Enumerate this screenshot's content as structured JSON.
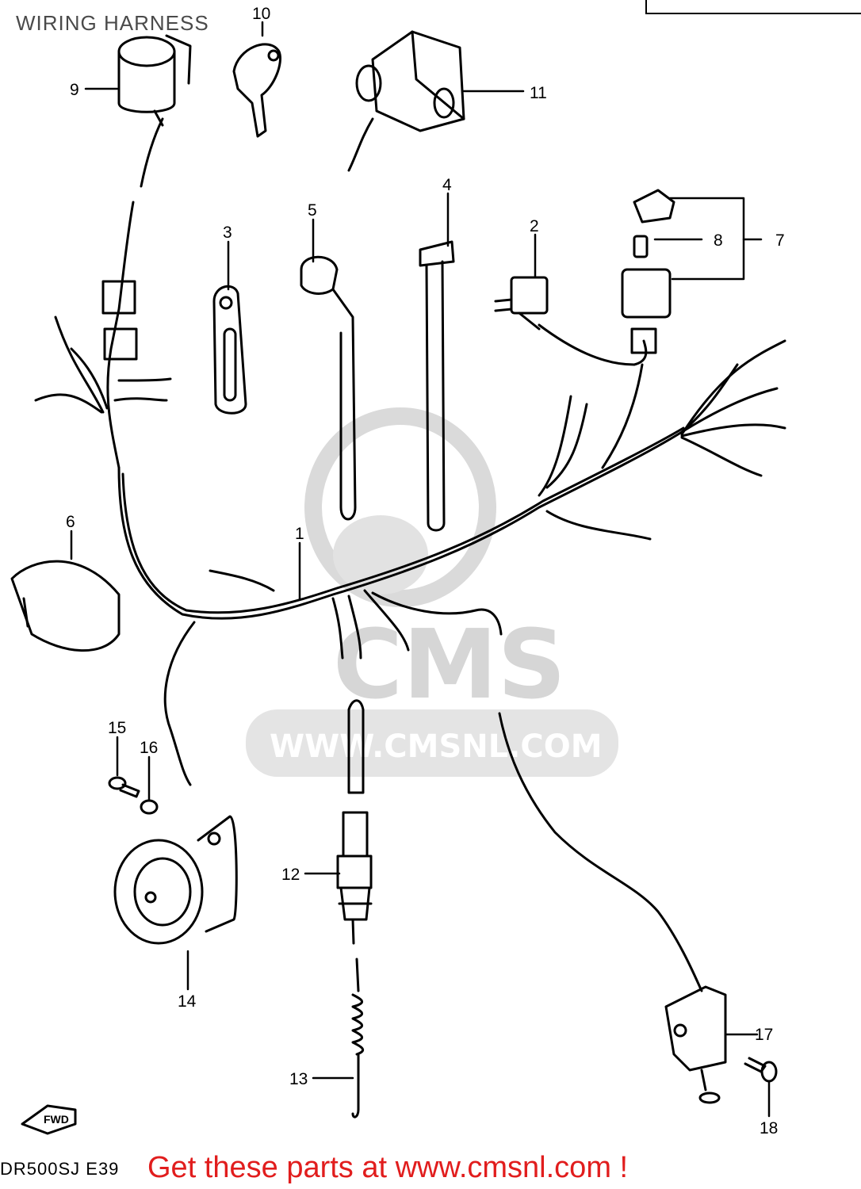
{
  "header": {
    "title": "WIRING HARNESS"
  },
  "watermark": {
    "brand": "CMS",
    "url": "WWW.CMSNL.COM"
  },
  "callouts": [
    {
      "id": "c1",
      "label": "1"
    },
    {
      "id": "c2",
      "label": "2"
    },
    {
      "id": "c3",
      "label": "3"
    },
    {
      "id": "c4",
      "label": "4"
    },
    {
      "id": "c5",
      "label": "5"
    },
    {
      "id": "c6",
      "label": "6"
    },
    {
      "id": "c7",
      "label": "7"
    },
    {
      "id": "c8",
      "label": "8"
    },
    {
      "id": "c9",
      "label": "9"
    },
    {
      "id": "c10",
      "label": "10"
    },
    {
      "id": "c11",
      "label": "11"
    },
    {
      "id": "c12",
      "label": "12"
    },
    {
      "id": "c13",
      "label": "13"
    },
    {
      "id": "c14",
      "label": "14"
    },
    {
      "id": "c15",
      "label": "15"
    },
    {
      "id": "c16",
      "label": "16"
    },
    {
      "id": "c17",
      "label": "17"
    },
    {
      "id": "c18",
      "label": "18"
    }
  ],
  "fwd_arrow": {
    "label": "FWD"
  },
  "footer": {
    "model_code": "DR500SJ  E39",
    "promo": "Get these parts at www.cmsnl.com !"
  },
  "colors": {
    "line": "#000000",
    "watermark": "#d8d8d8",
    "promo": "#e11d1d"
  }
}
